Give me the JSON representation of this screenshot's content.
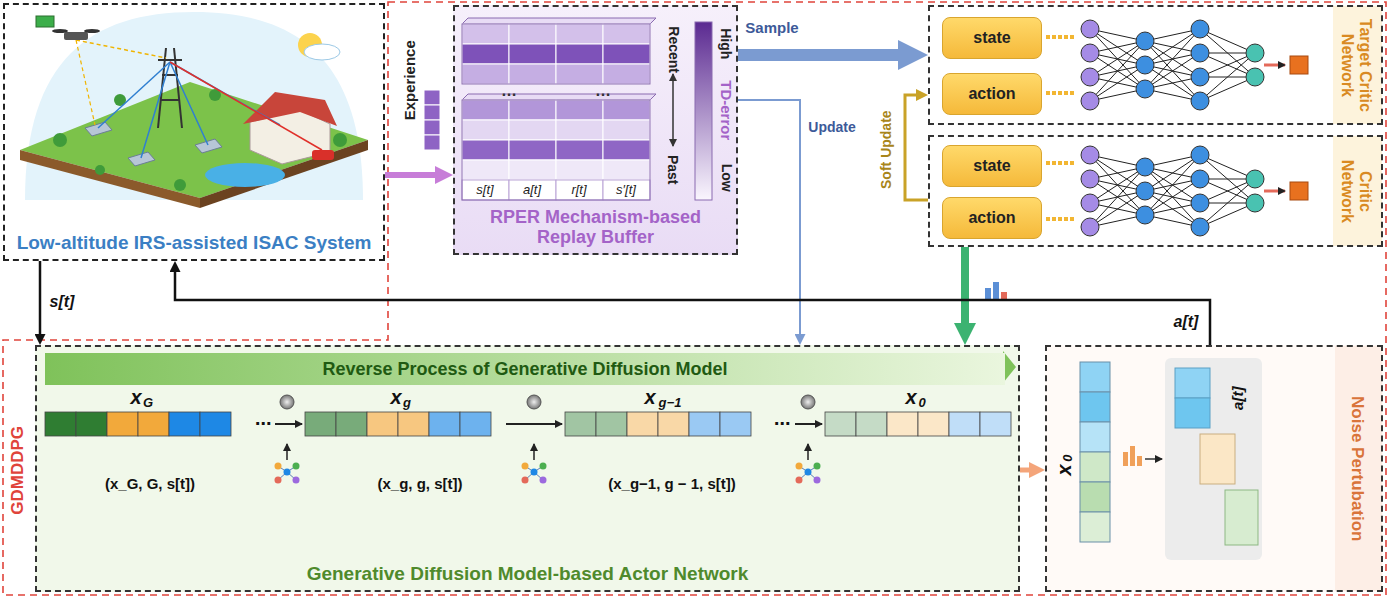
{
  "diagram": {
    "nodes": [
      {
        "text": [
          "Low-altitude IRS-assisted ISAC System"
        ]
      },
      {
        "text": [
          "RPER Mechanism-based Replay Buffer"
        ]
      },
      {
        "text": [
          "Target Critic Network"
        ]
      },
      {
        "text": [
          "state"
        ],
        "in": 2
      },
      {
        "text": [
          "action"
        ],
        "in": 2
      },
      {
        "text": [
          "Critic Network"
        ]
      },
      {
        "text": [
          "state"
        ],
        "in": 5
      },
      {
        "text": [
          "action"
        ],
        "in": 5
      },
      {
        "text": [
          "Generative Diffusion Model-based Actor Network"
        ]
      },
      {
        "text": [
          "Reverse Process of Generative Diffusion Model"
        ],
        "in": 8
      },
      {
        "text": [
          "Noise Pertubation"
        ]
      }
    ],
    "edges": [
      {
        "from": 0,
        "to": 1,
        "arrow": "to"
      },
      {
        "from": 1,
        "to": 2,
        "label": "Sample",
        "arrow": "to"
      },
      {
        "from": 5,
        "to": 2,
        "label": "Soft Update",
        "arrow": "to"
      },
      {
        "from": 1,
        "to": 8,
        "label": "Update",
        "arrow": "to"
      },
      {
        "from": 5,
        "to": 8,
        "arrow": "to"
      },
      {
        "from": 0,
        "to": 8,
        "label": "s[t]",
        "arrow": "to"
      },
      {
        "from": 8,
        "to": 10,
        "arrow": "to"
      },
      {
        "from": 10,
        "to": 0,
        "label": "a[t]",
        "arrow": "to"
      }
    ],
    "labels": [
      "Experience",
      "Recent",
      "Past",
      "High",
      "TD-error",
      "Low",
      "s[t]",
      "a[t]",
      "r[t]",
      "s′[t]",
      "…",
      "…",
      "GDMDDPG",
      "x",
      "G",
      "x",
      "g",
      "x",
      "g−1",
      "x",
      "0",
      "(x_G, G, s[t])",
      "(x_g, g, s[t])",
      "(x_g−1, g − 1, s[t])",
      "⋯",
      "⋯",
      "x",
      "0",
      "a[t]"
    ]
  }
}
